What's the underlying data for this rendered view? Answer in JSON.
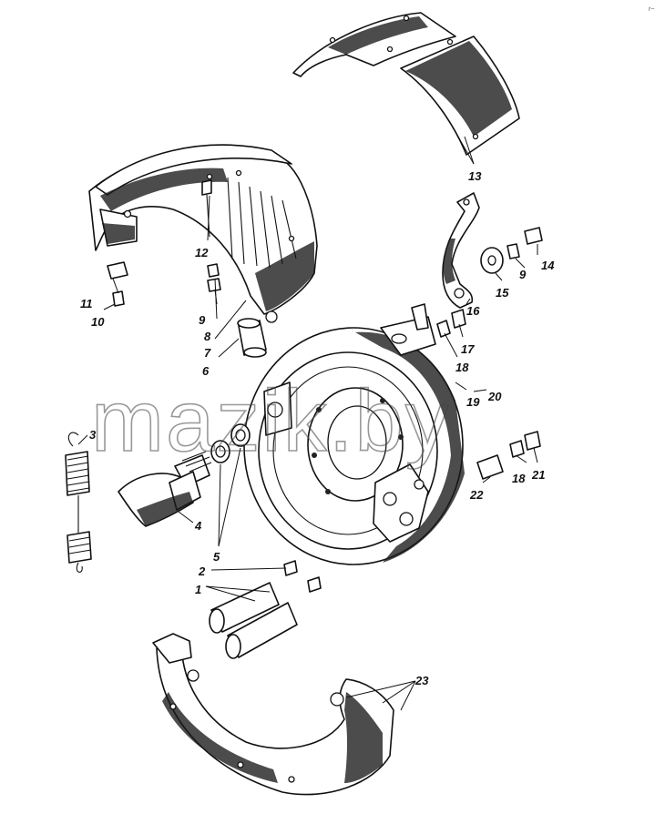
{
  "watermark": "mazik.by",
  "corner_mark": "r~",
  "callouts": [
    {
      "id": "1",
      "label": "1"
    },
    {
      "id": "2",
      "label": "2"
    },
    {
      "id": "3",
      "label": "3"
    },
    {
      "id": "4",
      "label": "4"
    },
    {
      "id": "5",
      "label": "5"
    },
    {
      "id": "6",
      "label": "6"
    },
    {
      "id": "7",
      "label": "7"
    },
    {
      "id": "8",
      "label": "8"
    },
    {
      "id": "9a",
      "label": "9"
    },
    {
      "id": "9b",
      "label": "9"
    },
    {
      "id": "10",
      "label": "10"
    },
    {
      "id": "11",
      "label": "11"
    },
    {
      "id": "12",
      "label": "12"
    },
    {
      "id": "13",
      "label": "13"
    },
    {
      "id": "14",
      "label": "14"
    },
    {
      "id": "15",
      "label": "15"
    },
    {
      "id": "16",
      "label": "16"
    },
    {
      "id": "17",
      "label": "17"
    },
    {
      "id": "18a",
      "label": "18"
    },
    {
      "id": "18b",
      "label": "18"
    },
    {
      "id": "19",
      "label": "19"
    },
    {
      "id": "20",
      "label": "20"
    },
    {
      "id": "21",
      "label": "21"
    },
    {
      "id": "22",
      "label": "22"
    },
    {
      "id": "23",
      "label": "23"
    }
  ]
}
